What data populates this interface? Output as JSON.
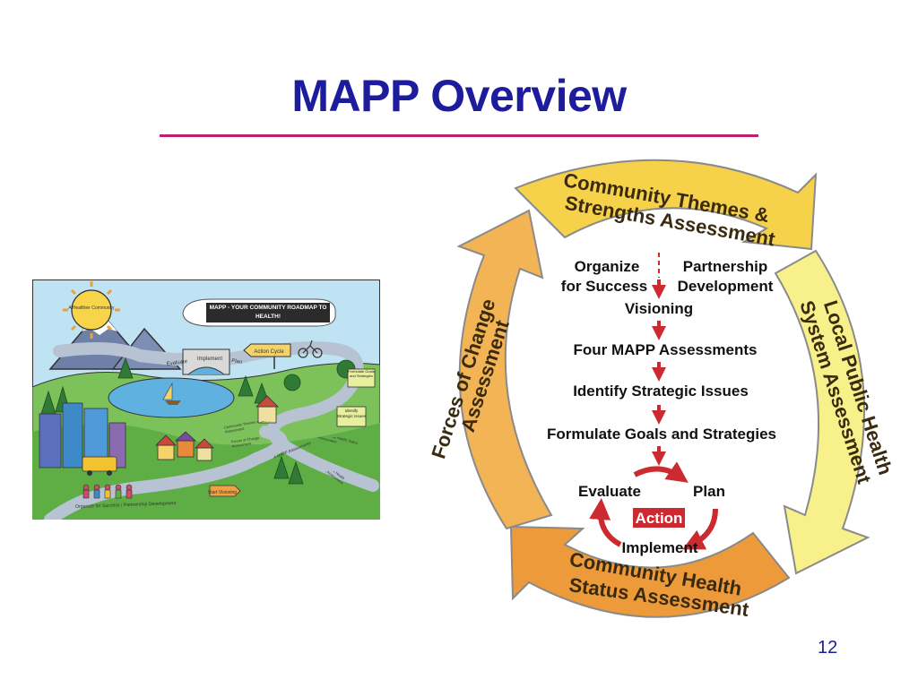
{
  "slide": {
    "title": "MAPP Overview",
    "page_number": "12"
  },
  "map_illustration": {
    "sun_label": "A Healthier Community",
    "banner_text": "MAPP - YOUR COMMUNITY ROADMAP TO HEALTH!",
    "action_cycle_sign": "Action Cycle",
    "road_words": [
      "Evaluate",
      "Implement",
      "Plan"
    ],
    "sign_goals": "Formulate Goals and Strategies",
    "sign_issues": "Identify Strategic Issues",
    "road_themes": "Community Themes & Strengths Assessment",
    "road_forces": "Forces of Change Assessment",
    "road_four": "4 MAPP Assessments",
    "road_health": "Community Health Status Assessment",
    "road_lphs": "Local Public Health System Assessment",
    "sign_start": "Start Visioning",
    "bottom_caption": "Organize for Success / Partnership Development",
    "colors": {
      "sky": "#bfe3f2",
      "grass": "#7dc15a",
      "grass_dark": "#4f9a3c",
      "road": "#b7c2d2",
      "water": "#5fb1e0",
      "sun": "#f7d44a"
    }
  },
  "cycle_diagram": {
    "arrows": {
      "top": "Community Themes & Strengths Assessment",
      "top_line1": "Community Themes &",
      "top_line2": "Strengths Assessment",
      "right_line1": "Local Public Health",
      "right_line2": "System Assessment",
      "bottom_line1": "Community Health",
      "bottom_line2": "Status Assessment",
      "left_line1": "Forces of Change",
      "left_line2": "Assessment"
    },
    "center": {
      "organize_line1": "Organize",
      "organize_line2": "for Success",
      "partnership_line1": "Partnership",
      "partnership_line2": "Development",
      "visioning": "Visioning",
      "four_assessments": "Four MAPP Assessments",
      "strategic_issues": "Identify Strategic Issues",
      "goals": "Formulate Goals and Strategies",
      "evaluate": "Evaluate",
      "plan": "Plan",
      "action": "Action",
      "implement": "Implement"
    },
    "colors": {
      "top_arrow": "#f6d24a",
      "right_arrow": "#f8f08a",
      "bottom_arrow": "#ec9a3a",
      "left_arrow": "#f3b455",
      "arrow_outline": "#8a8a8a",
      "red_arrow": "#cc2a30",
      "text_dark": "#111111",
      "text_arrow": "#3a2a10"
    }
  }
}
